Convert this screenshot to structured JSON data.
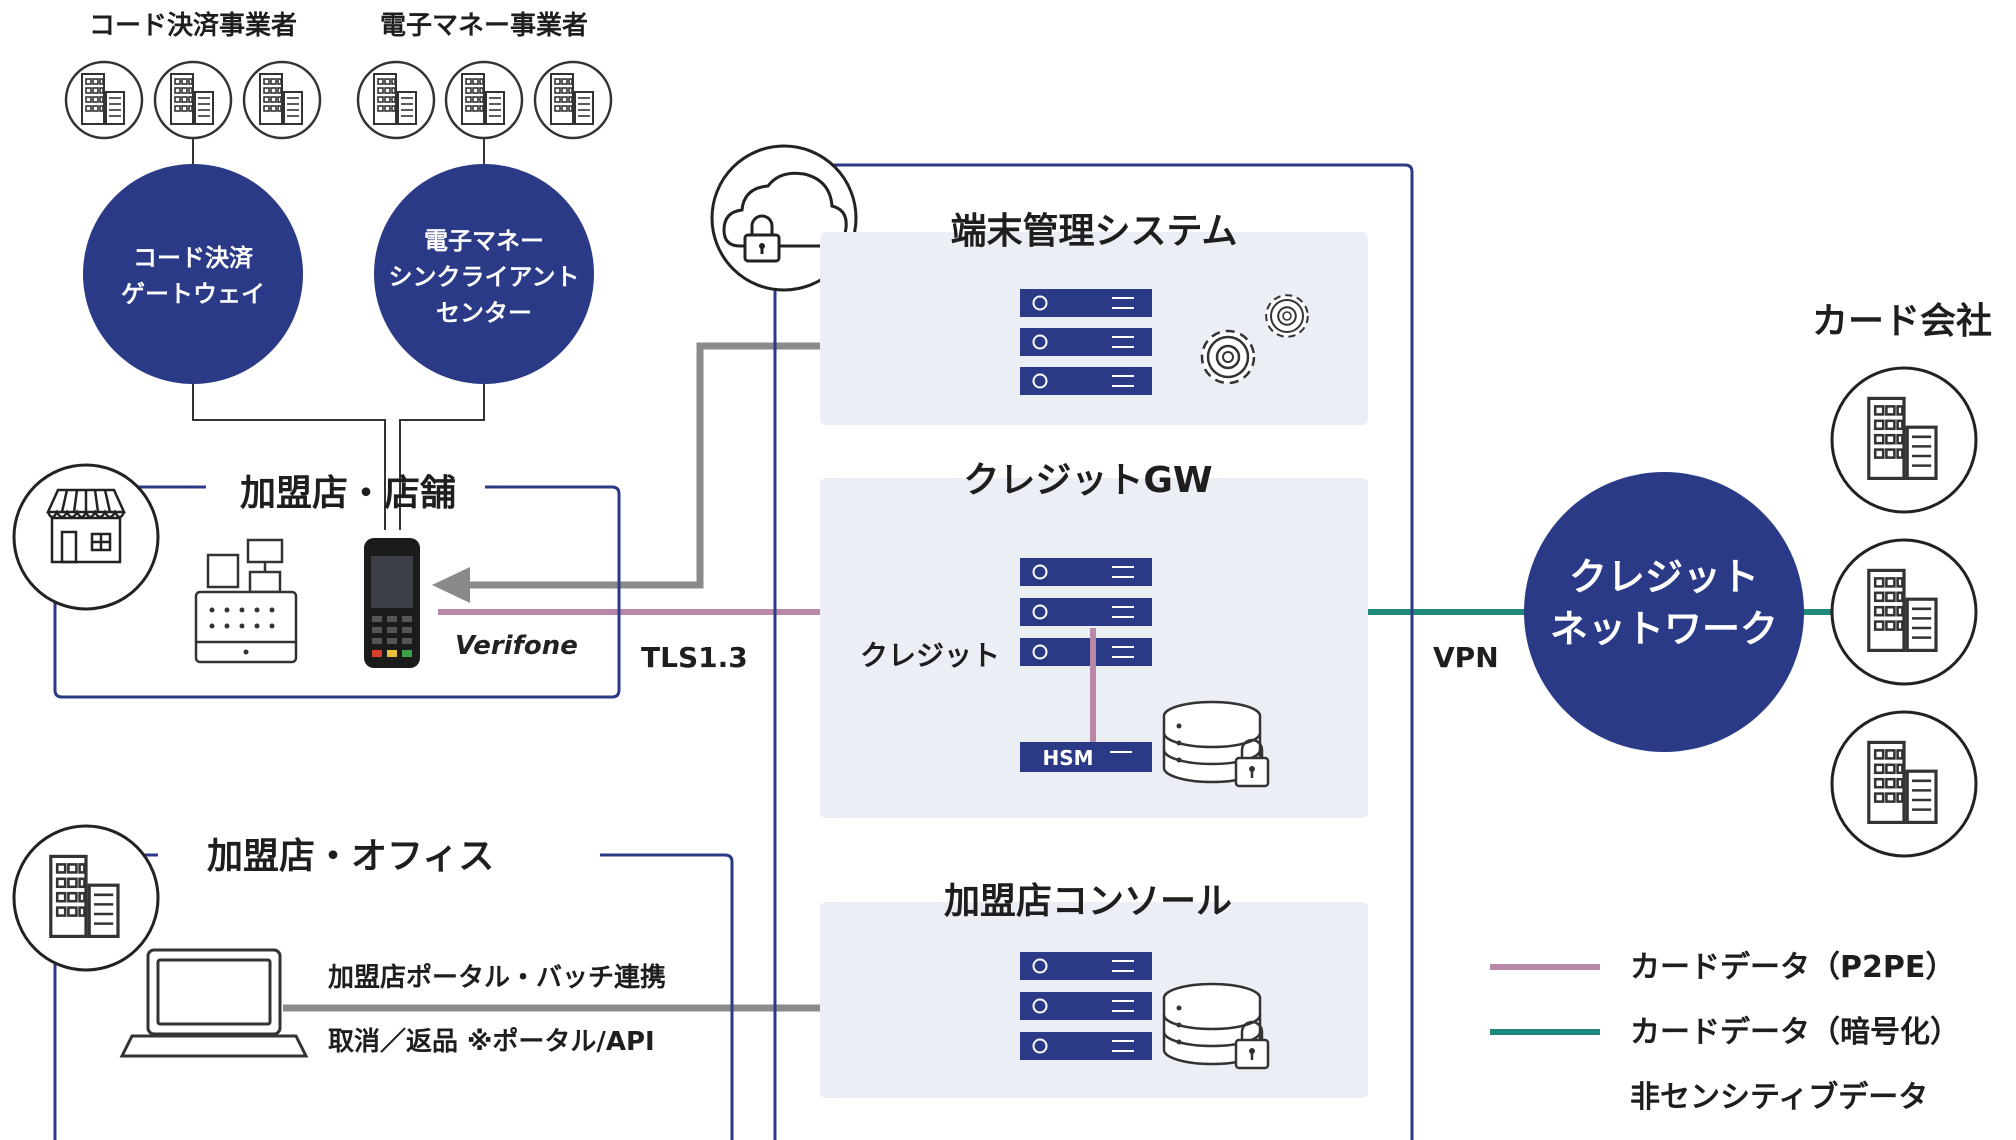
{
  "top_groups": {
    "code_payment_providers": "コード決済事業者",
    "emoney_providers": "電子マネー事業者"
  },
  "circles": {
    "code_gateway": [
      "コード決済",
      "ゲートウェイ"
    ],
    "emoney_center": [
      "電子マネー",
      "シンクライアント",
      "センター"
    ],
    "credit_network": [
      "クレジット",
      "ネットワーク"
    ]
  },
  "store": {
    "title": "加盟店・店舗",
    "terminal_brand": "Verifone"
  },
  "office": {
    "title": "加盟店・オフィス",
    "line1": "加盟店ポータル・バッチ連携",
    "line2": "取消／返品 ※ポータル/API"
  },
  "cloud": {
    "terminal_mgmt": "端末管理システム",
    "credit_gw": "クレジットGW",
    "credit_label": "クレジット",
    "hsm": "HSM",
    "merchant_console": "加盟店コンソール"
  },
  "connections": {
    "tls": "TLS1.3",
    "vpn": "VPN"
  },
  "card_companies": "カード会社",
  "legend": {
    "items": [
      {
        "label": "カードデータ（P2PE）",
        "color": "#b987a8"
      },
      {
        "label": "カードデータ（暗号化）",
        "color": "#1f8a7c"
      },
      {
        "label": "非センシティブデータ",
        "color": null
      }
    ]
  },
  "colors": {
    "navy": "#2b3a86",
    "panel": "#eceef6",
    "gray_line": "#8a8a8a",
    "pink_line": "#b987a8",
    "teal_line": "#1f8a7c"
  }
}
